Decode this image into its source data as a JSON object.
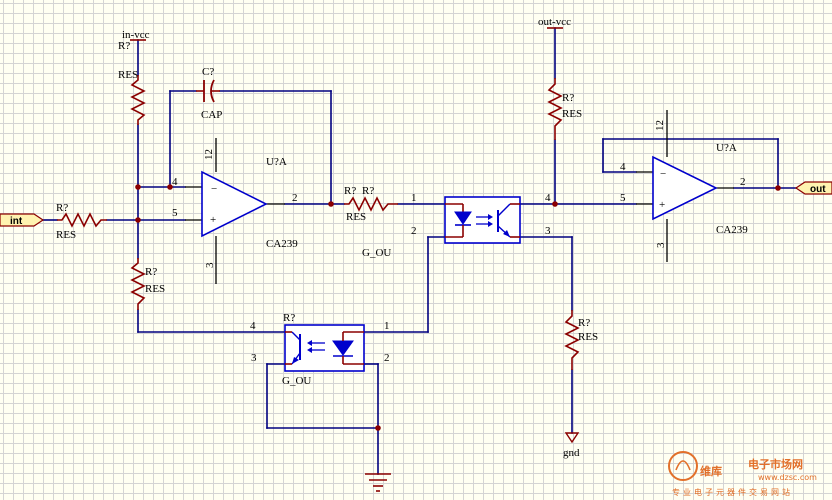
{
  "ports": {
    "input": "int",
    "output": "out",
    "in_vcc": "in-vcc",
    "out_vcc": "out-vcc",
    "gnd": "gnd"
  },
  "opamp_left": {
    "designator": "U?A",
    "part": "CA239",
    "pin_inv": "4",
    "pin_noninv": "5",
    "pin_out": "2",
    "pin_vplus": "12",
    "pin_vminus": "3",
    "sign_minus": "−",
    "sign_plus": "+"
  },
  "opamp_right": {
    "designator": "U?A",
    "part": "CA239",
    "pin_inv": "4",
    "pin_noninv": "5",
    "pin_out": "2",
    "pin_vplus": "12",
    "pin_vminus": "3",
    "sign_minus": "−",
    "sign_plus": "+"
  },
  "capacitor": {
    "designator": "C?",
    "value": "CAP"
  },
  "resistors": {
    "r_top_left": {
      "designator": "R?",
      "value": "RES"
    },
    "r_input": {
      "designator": "R?",
      "value": "RES"
    },
    "r_mid_left": {
      "designator": "R?",
      "value": "RES"
    },
    "r_series": {
      "designator": "R?",
      "extra": "R?",
      "value": "RES"
    },
    "r_out_top": {
      "designator": "R?",
      "value": "RES"
    },
    "r_out_bottom": {
      "designator": "R?",
      "value": "RES"
    }
  },
  "opto_top": {
    "value": "G_OU",
    "pin_1": "1",
    "pin_2": "2",
    "pin_3": "3",
    "pin_4": "4"
  },
  "opto_bottom": {
    "designator": "R?",
    "value": "G_OU",
    "pin_1": "1",
    "pin_2": "2",
    "pin_3": "3",
    "pin_4": "4"
  },
  "watermark": {
    "brand": "维库",
    "sub": "电子市场网",
    "url": "www.dzsc.com",
    "slogan": "专业电子元器件交易网站"
  }
}
